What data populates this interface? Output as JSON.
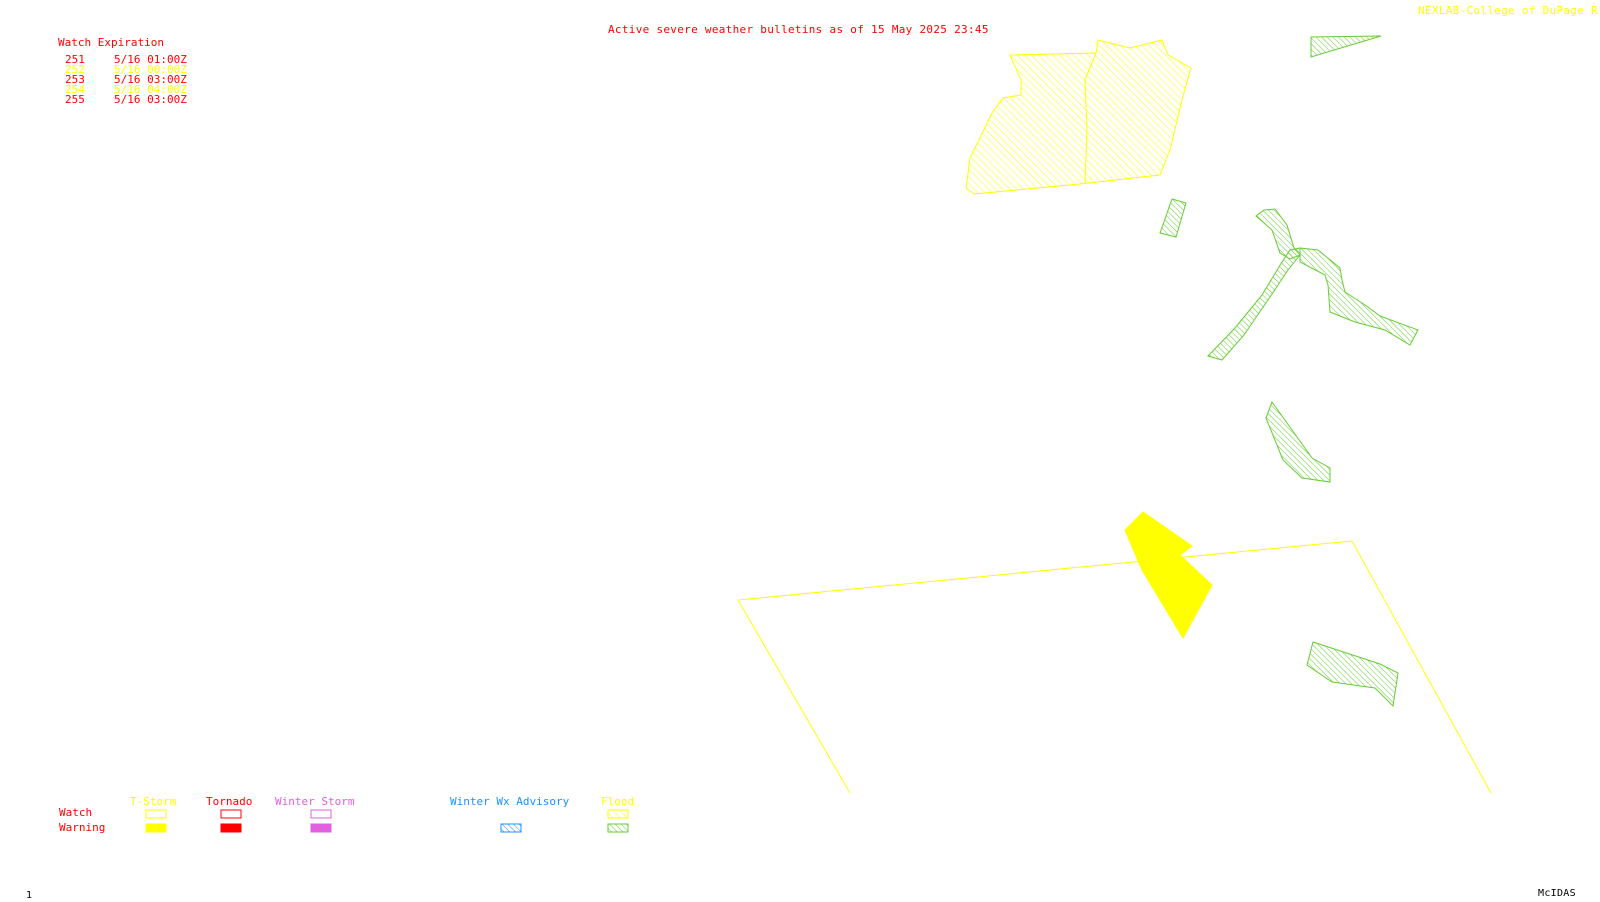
{
  "title": "Active severe weather bulletins as of 15 May 2025 23:45",
  "credit": "NEXLAB-College of DuPage R",
  "watch_table": {
    "header": "Watch Expiration",
    "rows": [
      {
        "num": "251",
        "expires": "5/16 01:00Z",
        "color": "#ff0000"
      },
      {
        "num": "252",
        "expires": "5/16 00:00Z",
        "color": "#ffff00"
      },
      {
        "num": "253",
        "expires": "5/16 03:00Z",
        "color": "#ff0000"
      },
      {
        "num": "254",
        "expires": "5/16 04:00Z",
        "color": "#ffff00"
      },
      {
        "num": "255",
        "expires": "5/16 03:00Z",
        "color": "#ff0000"
      }
    ]
  },
  "legend": {
    "row_labels": {
      "watch": "Watch",
      "warning": "Warning"
    },
    "categories": [
      {
        "label": "T-Storm",
        "color": "#ffff00"
      },
      {
        "label": "Tornado",
        "color": "#ff0000"
      },
      {
        "label": "Winter Storm",
        "color": "#e060e0"
      },
      {
        "label": "Winter Wx Advisory",
        "color": "#1e90ff"
      },
      {
        "label": "Flood",
        "color": "#ffff00"
      }
    ],
    "flood_warning_color": "#66cc33"
  },
  "colors": {
    "text_red": "#ff0000",
    "tstorm_yellow": "#ffff00",
    "flood_green": "#66cc33"
  },
  "footer": {
    "frame": "1",
    "software": "McIDAS"
  }
}
